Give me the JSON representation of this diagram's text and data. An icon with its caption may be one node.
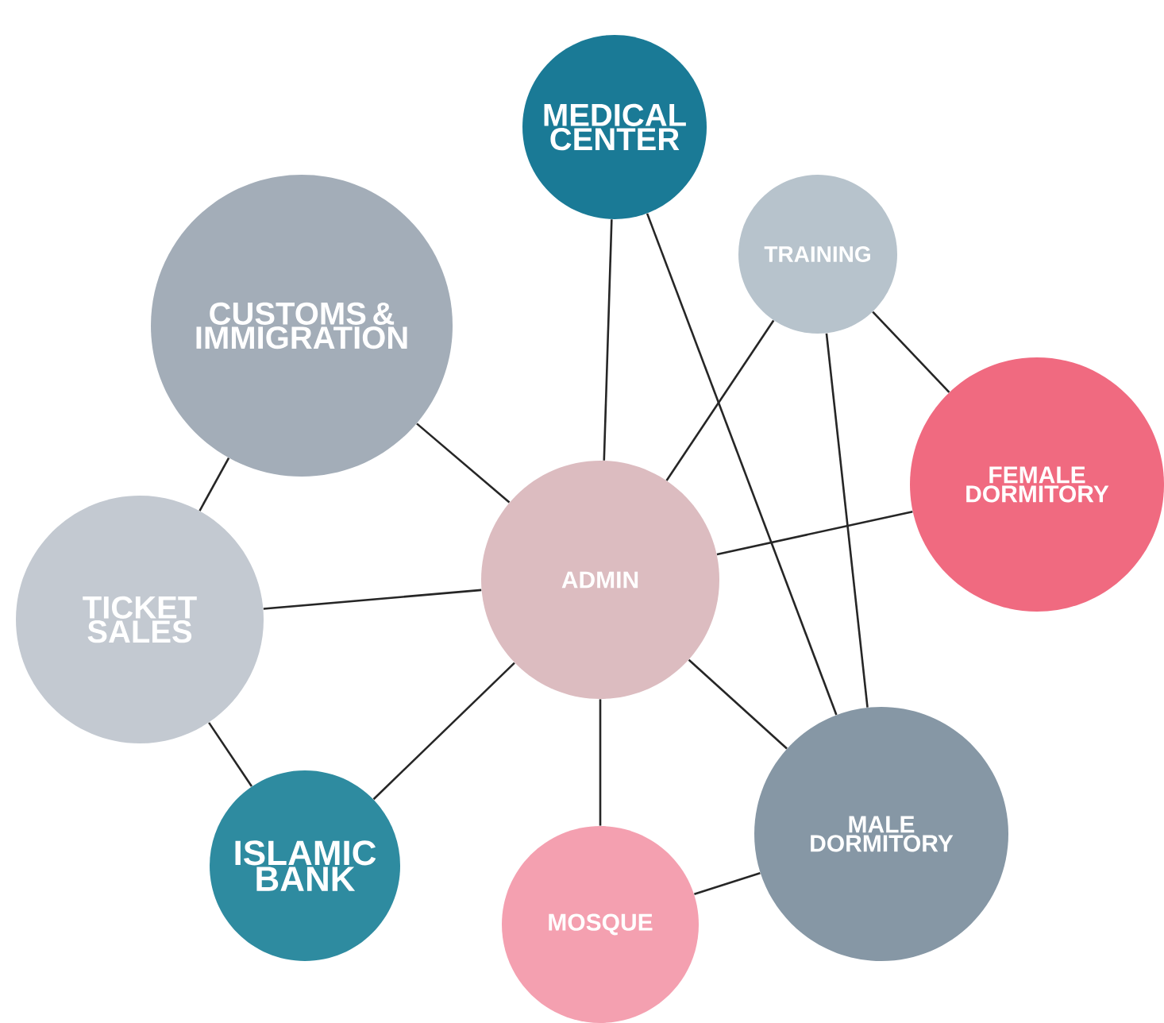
{
  "diagram": {
    "nodes": [
      {
        "text": [
          "MEDICAL CENTER"
        ]
      },
      {
        "text": [
          "TRAINING"
        ]
      },
      {
        "text": [
          "CUSTOMS & IMMIGRATION"
        ]
      },
      {
        "text": [
          "FEMALE DORMITORY"
        ]
      },
      {
        "text": [
          "TICKET SALES"
        ]
      },
      {
        "text": [
          "ADMIN"
        ]
      },
      {
        "text": [
          "MALE DORMITORY"
        ]
      },
      {
        "text": [
          "ISLAMIC BANK"
        ]
      },
      {
        "text": [
          "MOSQUE"
        ]
      }
    ],
    "edges": [
      {
        "from": 2,
        "to": 4,
        "arrow": "none"
      },
      {
        "from": 2,
        "to": 5,
        "arrow": "none"
      },
      {
        "from": 4,
        "to": 5,
        "arrow": "none"
      },
      {
        "from": 4,
        "to": 7,
        "arrow": "none"
      },
      {
        "from": 7,
        "to": 5,
        "arrow": "none"
      },
      {
        "from": 0,
        "to": 5,
        "arrow": "none"
      },
      {
        "from": 0,
        "to": 6,
        "arrow": "none"
      },
      {
        "from": 1,
        "to": 5,
        "arrow": "none"
      },
      {
        "from": 1,
        "to": 6,
        "arrow": "none"
      },
      {
        "from": 1,
        "to": 3,
        "arrow": "none"
      },
      {
        "from": 3,
        "to": 5,
        "arrow": "none"
      },
      {
        "from": 5,
        "to": 8,
        "arrow": "none"
      },
      {
        "from": 5,
        "to": 6,
        "arrow": "none"
      },
      {
        "from": 8,
        "to": 6,
        "arrow": "none"
      }
    ]
  }
}
